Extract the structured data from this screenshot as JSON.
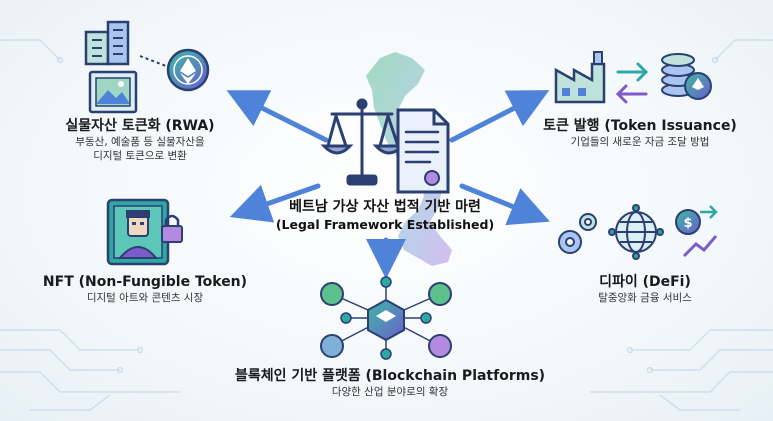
{
  "center": {
    "title": "베트남 가상 자산 법적 기반 마련",
    "subtitle": "(Legal Framework Established)"
  },
  "nodes": {
    "rwa": {
      "title": "실물자산 토큰화 (RWA)",
      "desc_line1": "부동산, 예술품 등 실물자산을",
      "desc_line2": "디지털 토큰으로 변환"
    },
    "token": {
      "title": "토큰 발행 (Token Issuance)",
      "desc_line1": "기업들의 새로운 자금 조달 방법"
    },
    "nft": {
      "title": "NFT (Non-Fungible Token)",
      "desc_line1": "디지털 아트와 콘텐츠 시장"
    },
    "defi": {
      "title": "디파이 (DeFi)",
      "desc_line1": "탈중앙화 금융 서비스"
    },
    "blockchain": {
      "title": "블록체인 기반 플랫폼 (Blockchain Platforms)",
      "desc_line1": "다양한 산업 분야로의 확장"
    }
  },
  "colors": {
    "arrow": "#4f82d9",
    "teal": "#2fa7a2",
    "purple": "#7b5cc9",
    "navy": "#2b3f73",
    "map_green": "#5cbf8c",
    "map_purple": "#b28be0"
  }
}
